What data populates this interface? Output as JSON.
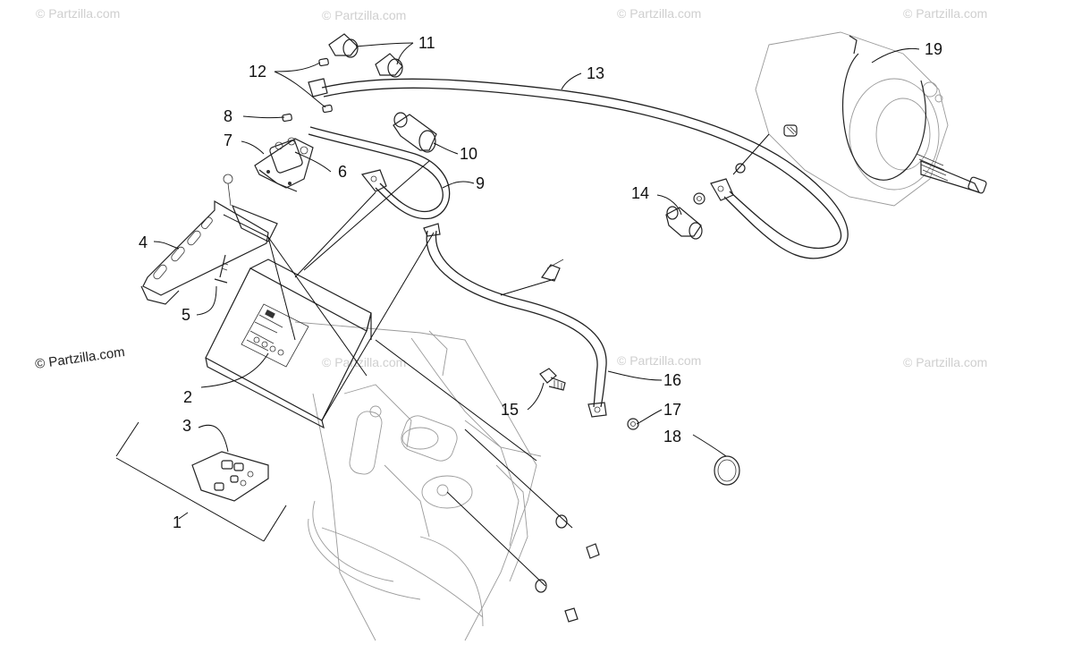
{
  "watermarks": {
    "brand": "© Partzilla.com"
  },
  "callouts": [
    {
      "id": "1",
      "label": "1"
    },
    {
      "id": "2",
      "label": "2"
    },
    {
      "id": "3",
      "label": "3"
    },
    {
      "id": "4",
      "label": "4"
    },
    {
      "id": "5",
      "label": "5"
    },
    {
      "id": "6",
      "label": "6"
    },
    {
      "id": "7",
      "label": "7"
    },
    {
      "id": "8",
      "label": "8"
    },
    {
      "id": "9",
      "label": "9"
    },
    {
      "id": "10",
      "label": "10"
    },
    {
      "id": "11",
      "label": "11"
    },
    {
      "id": "12",
      "label": "12"
    },
    {
      "id": "13",
      "label": "13"
    },
    {
      "id": "14",
      "label": "14"
    },
    {
      "id": "15",
      "label": "15"
    },
    {
      "id": "16",
      "label": "16"
    },
    {
      "id": "17",
      "label": "17"
    },
    {
      "id": "18",
      "label": "18"
    },
    {
      "id": "19",
      "label": "19"
    }
  ]
}
